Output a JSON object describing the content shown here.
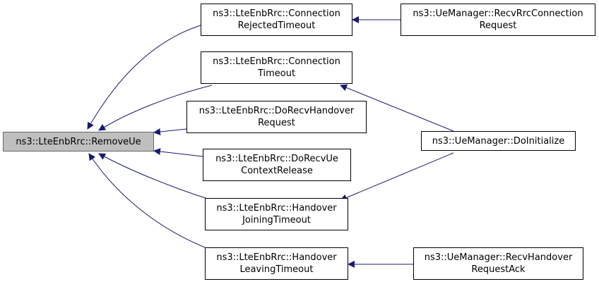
{
  "colors": {
    "edge": "#191970",
    "root_fill": "#bfbfbf",
    "node_fill": "#ffffff",
    "border": "#000000"
  },
  "nodes": {
    "remove_ue": {
      "lines": [
        "ns3::LteEnbRrc::RemoveUe"
      ]
    },
    "connection_rejected_timeout": {
      "lines": [
        "ns3::LteEnbRrc::Connection",
        "RejectedTimeout"
      ]
    },
    "connection_timeout": {
      "lines": [
        "ns3::LteEnbRrc::Connection",
        "Timeout"
      ]
    },
    "do_recv_handover_request": {
      "lines": [
        "ns3::LteEnbRrc::DoRecvHandover",
        "Request"
      ]
    },
    "do_recv_ue_context_release": {
      "lines": [
        "ns3::LteEnbRrc::DoRecvUe",
        "ContextRelease"
      ]
    },
    "handover_joining_timeout": {
      "lines": [
        "ns3::LteEnbRrc::Handover",
        "JoiningTimeout"
      ]
    },
    "handover_leaving_timeout": {
      "lines": [
        "ns3::LteEnbRrc::Handover",
        "LeavingTimeout"
      ]
    },
    "recv_rrc_connection_request": {
      "lines": [
        "ns3::UeManager::RecvRrcConnection",
        "Request"
      ]
    },
    "do_initialize": {
      "lines": [
        "ns3::UeManager::DoInitialize"
      ]
    },
    "recv_handover_request_ack": {
      "lines": [
        "ns3::UeManager::RecvHandover",
        "RequestAck"
      ]
    }
  }
}
